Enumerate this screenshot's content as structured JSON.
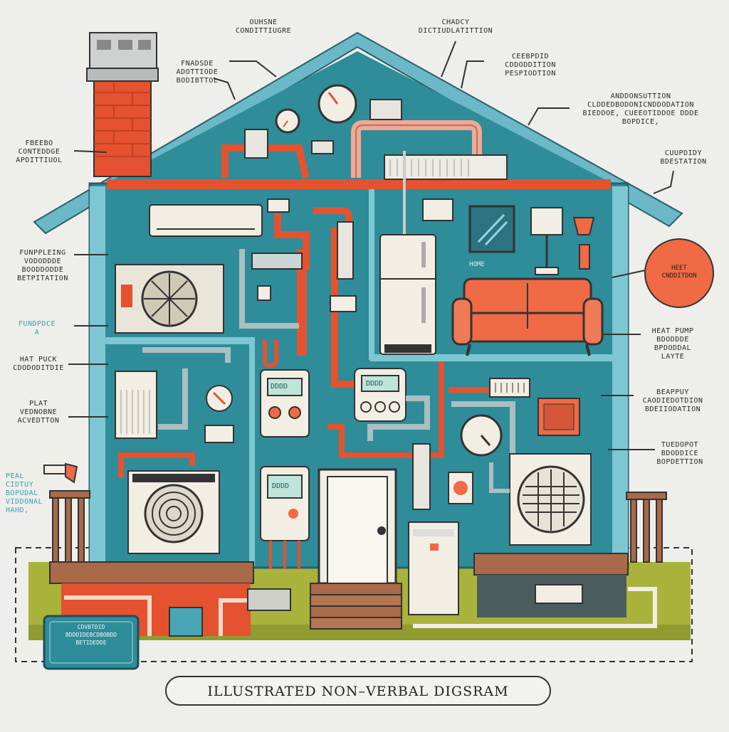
{
  "caption": "ILLUSTRATED NON–VERBAL DIGSRAM",
  "labels": {
    "top_left_1": "OUHSNE\nCONDITTIUGRE",
    "top_center": "CHADCY\nDICTIUDLATITTION",
    "top_right_1": "CEEBPDID\nCDDODDITION\nPESPIODTION",
    "top_right_2": "ANDDONSUTTION\nCLDDEDBODONICNDDODATION\nBIEDDOE, CUEEOTIDDOE DDDE\nBOPDICE,",
    "left_top": "FNADSDE\nADOTTIODE\nBODIBTTOL",
    "left_1": "FBEEBO\nCONTEDDGE\nAPDITTIUOL",
    "right_1": "CUUPDIDY\nBDESTATION",
    "left_2": "FUNPPLEING\nVODODDDE\nBOODDODDE\nBETPITATION",
    "left_3": "FUNDPDCE\nA",
    "left_4": "HAT PUCK\nCDODODITDIE",
    "right_2": "HEAT PUMP\nBDODDDE\nBPDODDAL\nLAYTE",
    "left_5": "PLAT\nVEDNOBNE\nACVEDTTON",
    "right_3": "BEAPPUY\nCAODIEDOTDION\nBDEIIODATION",
    "right_4": "TUEDOPOT\nBDODDICE\nBOPDETTION",
    "left_6": "PEAL\nCIDTUY\nBOPUDAL\nVIDDONAL\nHAHD,"
  },
  "heat_circle": "HEET\nCNDDITDON",
  "box_label": "CDVBTDID\nBDDDIDEBCDBOBDD\nBETIDEDDE",
  "home_word": "HOME",
  "display_1": "DDDD",
  "display_2": "DDDD",
  "display_3": "DDDD",
  "colors": {
    "teal": "#2f8c99",
    "light_teal": "#7cc7d3",
    "orange": "#ef6a45",
    "brick": "#e4522f",
    "cream": "#f2eee4",
    "ground": "#9fae38",
    "wood": "#a86a48"
  }
}
